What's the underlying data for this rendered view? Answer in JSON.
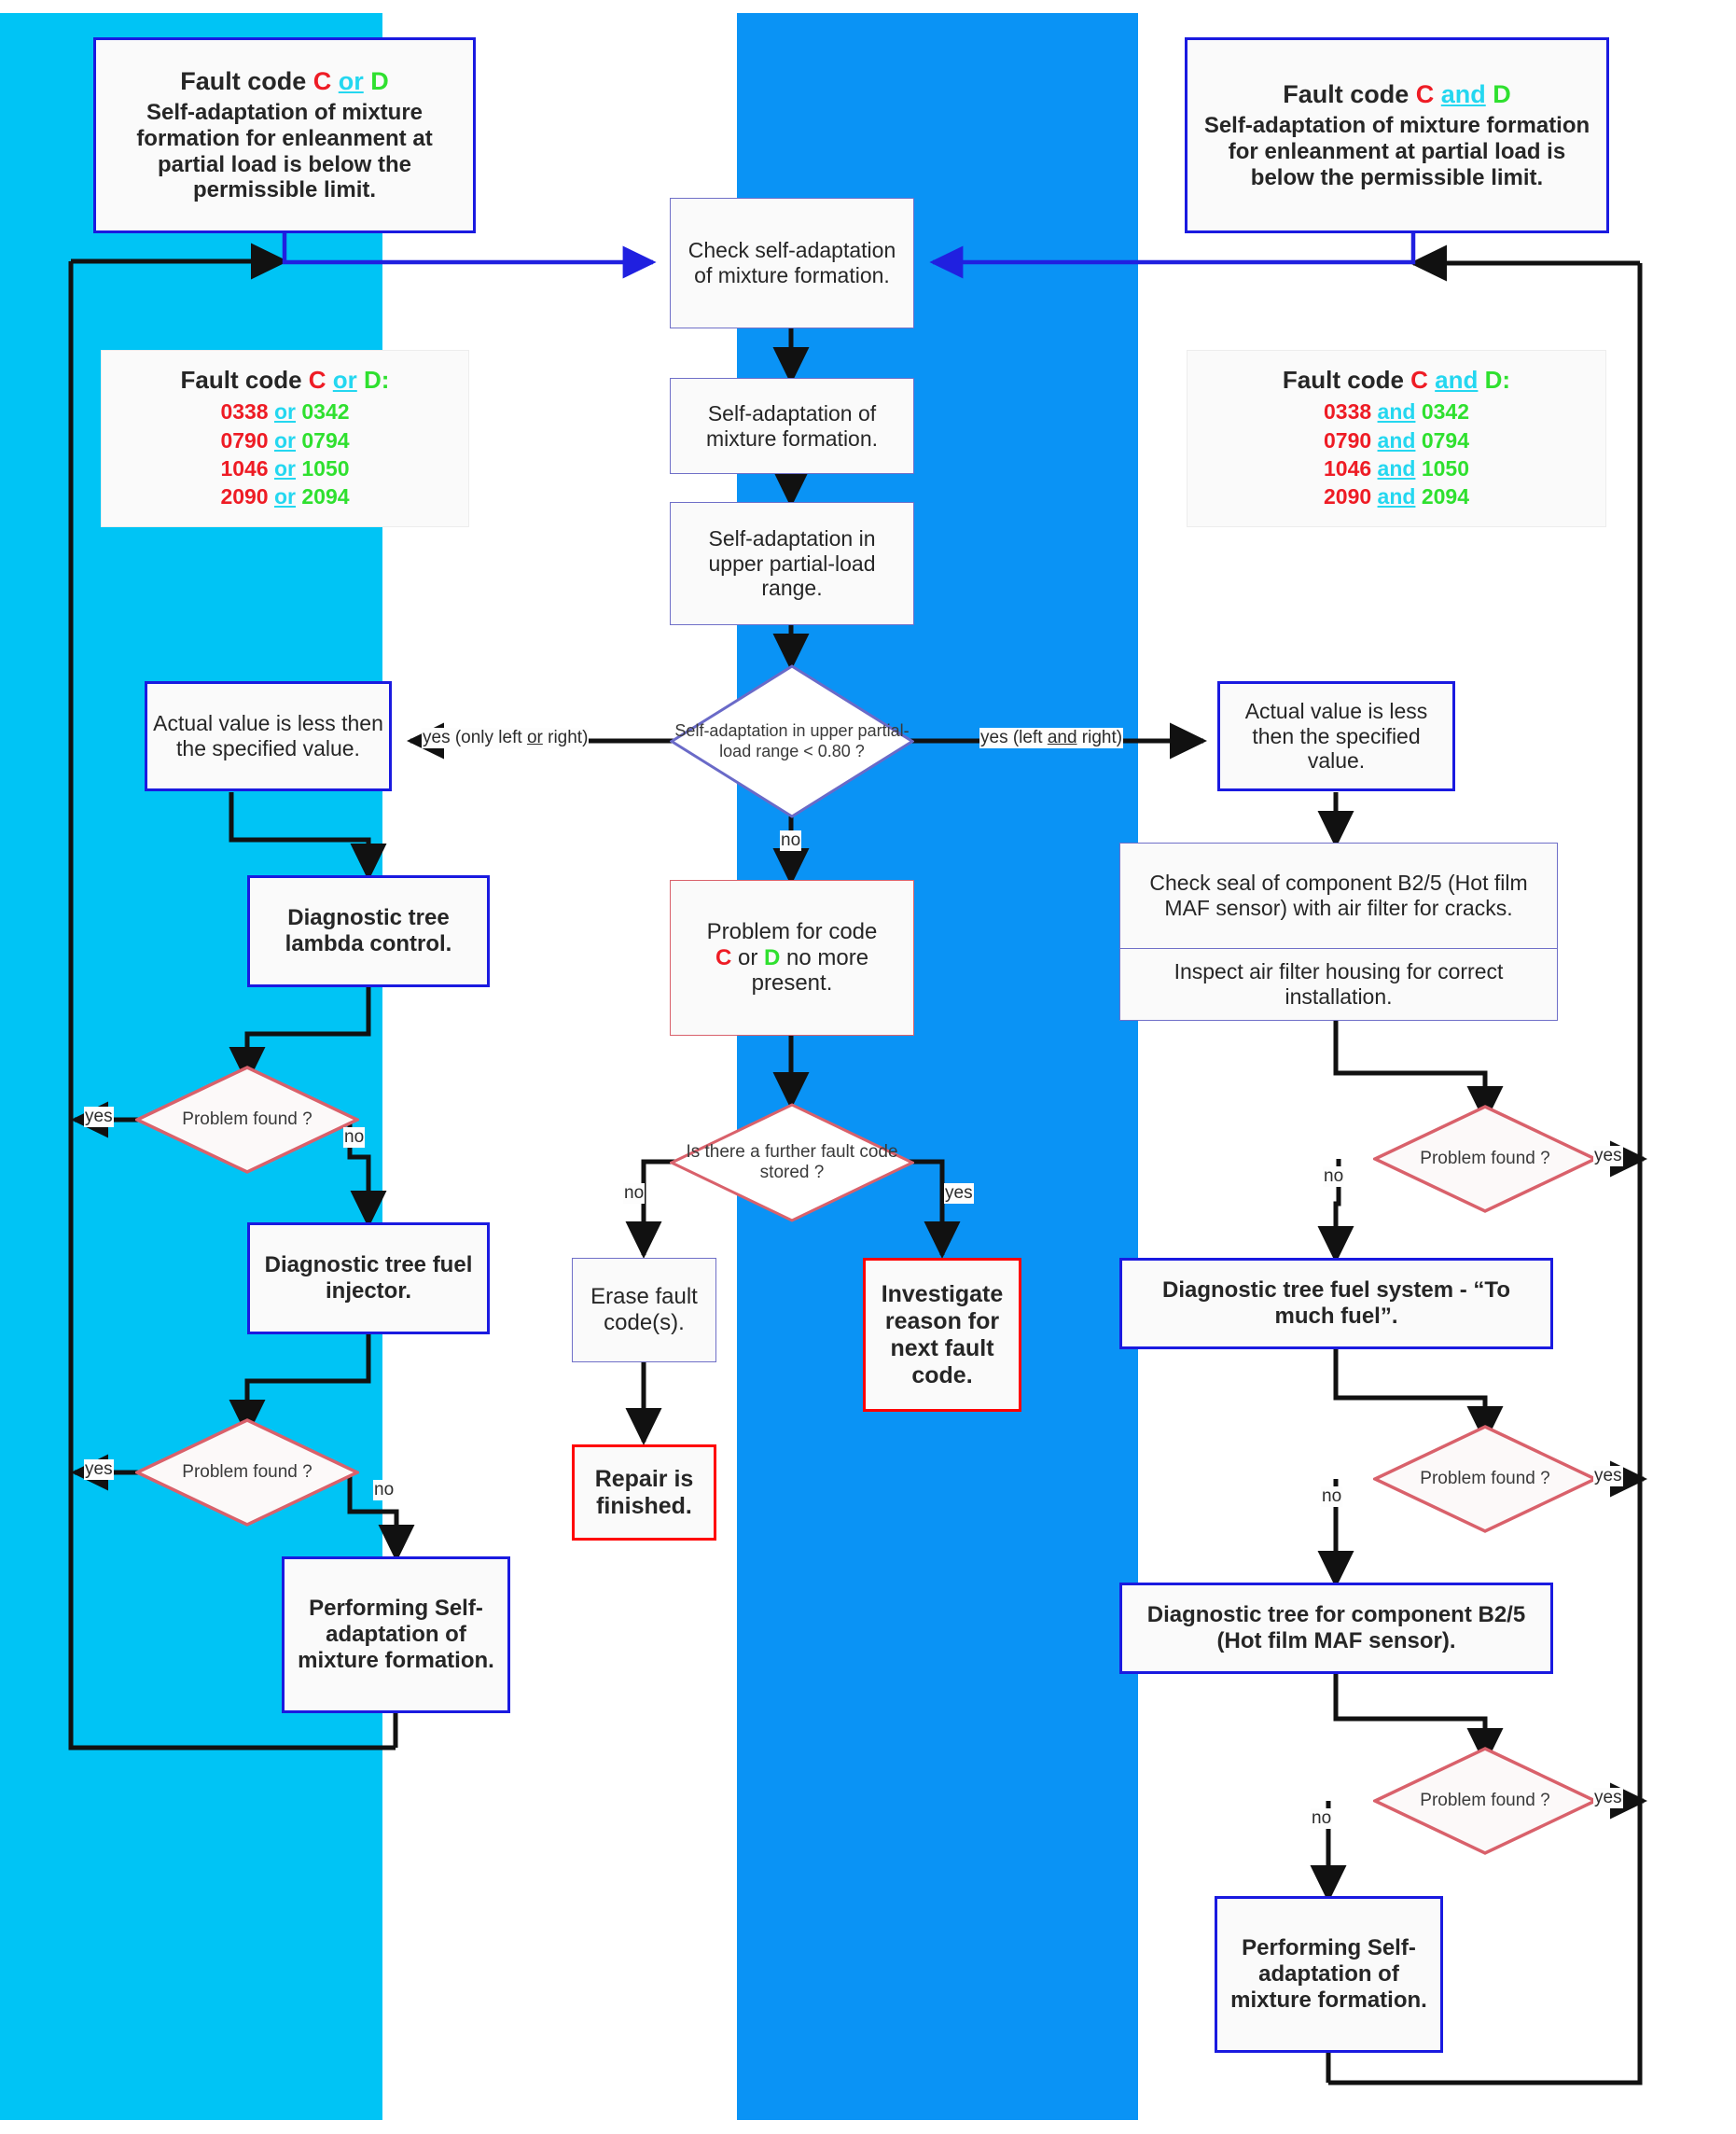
{
  "colors": {
    "panel_left_bg": "#00C4F5",
    "panel_right_bg": "#0A93F5",
    "box_border_blue": "#1A1AE0",
    "box_border_blue_thin": "#7070C8",
    "box_border_red": "#FF0000",
    "diamond_border_red": "#D9616B",
    "code_c_red": "#EE1C25",
    "code_d_green": "#2FE02F",
    "conjunction_cyan": "#24D7F0",
    "arrow_black": "#111111",
    "arrow_blue": "#2020E0"
  },
  "left_panel": {
    "header": {
      "title_prefix": "Fault code ",
      "title_c": "C",
      "title_conj": "or",
      "title_d": "D",
      "body": "Self-adaptation of mixture formation for enleanment at partial load is below the permissible limit."
    },
    "codes_box": {
      "title_prefix": "Fault code ",
      "title_c": "C",
      "title_conj": "or",
      "title_d": "D:",
      "conj": "or",
      "rows": [
        {
          "c": "0338",
          "d": "0342"
        },
        {
          "c": "0790",
          "d": "0794"
        },
        {
          "c": "1046",
          "d": "1050"
        },
        {
          "c": "2090",
          "d": "2094"
        }
      ]
    },
    "actual_value": "Actual value is less then the specified value.",
    "diag_lambda": "Diagnostic tree lambda control.",
    "diag_injector": "Diagnostic tree fuel injector.",
    "performing": "Performing Self-adaptation of mixture formation.",
    "decision1": "Problem found ?",
    "decision2": "Problem found ?",
    "labels": {
      "yes1": "yes",
      "no1": "no",
      "yes2": "yes",
      "no2": "no"
    }
  },
  "right_panel": {
    "header": {
      "title_prefix": "Fault code ",
      "title_c": "C",
      "title_conj": "and",
      "title_d": "D",
      "body": "Self-adaptation of mixture formation for enleanment at partial load is below the permissible limit."
    },
    "codes_box": {
      "title_prefix": "Fault code ",
      "title_c": "C",
      "title_conj": "and",
      "title_d": "D:",
      "conj": "and",
      "rows": [
        {
          "c": "0338",
          "d": "0342"
        },
        {
          "c": "0790",
          "d": "0794"
        },
        {
          "c": "1046",
          "d": "1050"
        },
        {
          "c": "2090",
          "d": "2094"
        }
      ]
    },
    "actual_value": "Actual value is less then the specified value.",
    "check_seal": "Check seal of component B2/5 (Hot film MAF sensor) with air filter for cracks.",
    "inspect_housing": "Inspect air filter housing for correct installation.",
    "diag_fuel_system": "Diagnostic tree fuel system - “To much fuel”.",
    "diag_component": "Diagnostic tree for component B2/5 (Hot film MAF sensor).",
    "performing": "Performing Self-adaptation of mixture formation.",
    "decision1": "Problem found ?",
    "decision2": "Problem found ?",
    "decision3": "Problem found ?",
    "labels": {
      "yes1": "yes",
      "no1": "no",
      "yes2": "yes",
      "no2": "no",
      "yes3": "yes",
      "no3": "no"
    }
  },
  "center": {
    "check": "Check self-adaptation of mixture formation.",
    "self_adapt": "Self-adaptation of mixture formation.",
    "upper_range": "Self-adaptation in upper partial-load range.",
    "decision_main": "Self-adaptation in upper partial-load range < 0.80 ?",
    "label_yes_left": "yes (only left or right)",
    "label_yes_left_parts": {
      "a": "yes (only left ",
      "conj": "or",
      "b": " right)"
    },
    "label_yes_right": "yes (left and right)",
    "label_yes_right_parts": {
      "a": "yes (left ",
      "conj": "and",
      "b": " right)"
    },
    "label_no": "no",
    "problem_gone_prefix": "Problem for code ",
    "problem_gone_c": "C",
    "problem_gone_mid": " or ",
    "problem_gone_d": "D",
    "problem_gone_suffix": " no more present.",
    "decision_further": "Is there a further fault code stored ?",
    "label_further_no": "no",
    "label_further_yes": "yes",
    "erase": "Erase fault code(s).",
    "repair": "Repair is finished.",
    "investigate": "Investigate reason for next fault code."
  }
}
